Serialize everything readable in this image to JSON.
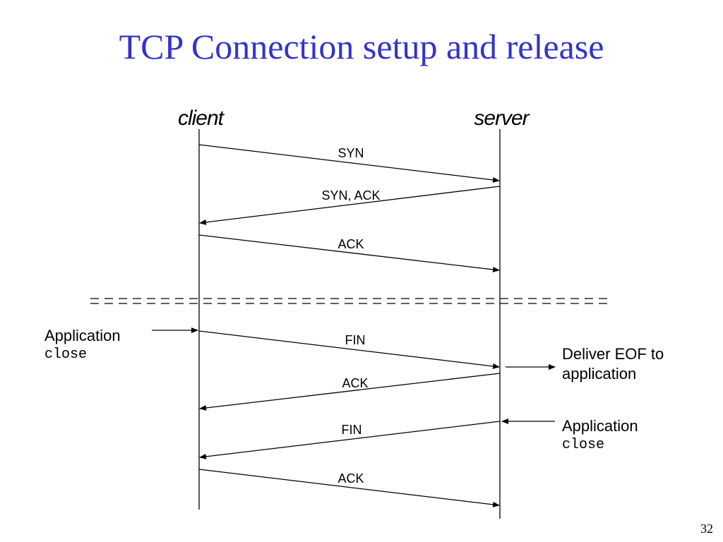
{
  "slide": {
    "title": "TCP Connection setup and release",
    "page_number": "32"
  },
  "lanes": {
    "client": "client",
    "server": "server"
  },
  "messages": [
    {
      "label": "SYN",
      "from": "client",
      "to": "server",
      "phase": "setup"
    },
    {
      "label": "SYN, ACK",
      "from": "server",
      "to": "client",
      "phase": "setup"
    },
    {
      "label": "ACK",
      "from": "client",
      "to": "server",
      "phase": "setup"
    },
    {
      "label": "FIN",
      "from": "client",
      "to": "server",
      "phase": "release"
    },
    {
      "label": "ACK",
      "from": "server",
      "to": "client",
      "phase": "release"
    },
    {
      "label": "FIN",
      "from": "server",
      "to": "client",
      "phase": "release"
    },
    {
      "label": "ACK",
      "from": "client",
      "to": "server",
      "phase": "release"
    }
  ],
  "notes": {
    "client_app_close": {
      "text": "Application",
      "code": "close"
    },
    "deliver_eof": {
      "line1": "Deliver EOF to",
      "line2": "application"
    },
    "server_app_close": {
      "text": "Application",
      "code": "close"
    }
  },
  "colors": {
    "title": "#3333cc",
    "lines": "#000000"
  }
}
